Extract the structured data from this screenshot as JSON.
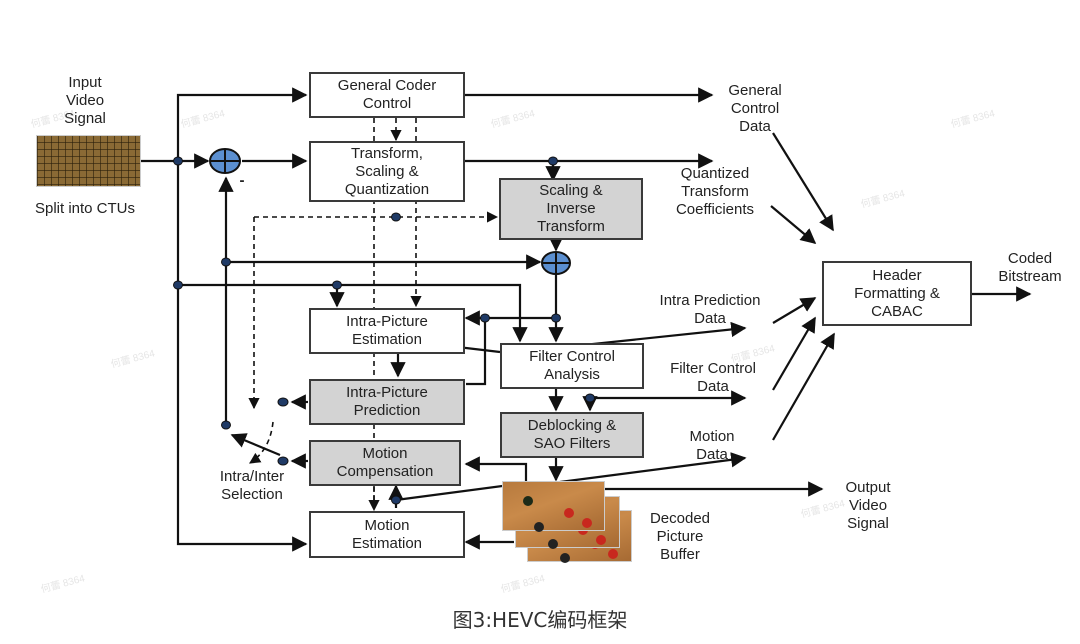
{
  "title": "HEVC encoder block diagram",
  "caption": "图3:HEVC编码框架",
  "watermark": "何蕾 8364",
  "colors": {
    "line": "#111111",
    "adder_fill": "#5b8fd0",
    "node_fill": "#1f3a66",
    "gray_box": "#d3d3d3"
  },
  "blocks": {
    "general_coder_control": "General Coder\nControl",
    "transform_scaling_quant": "Transform,\nScaling &\nQuantization",
    "scaling_inverse_transform": "Scaling &\nInverse\nTransform",
    "intra_picture_estimation": "Intra-Picture\nEstimation",
    "intra_picture_prediction": "Intra-Picture\nPrediction",
    "filter_control_analysis": "Filter Control\nAnalysis",
    "deblocking_sao": "Deblocking &\nSAO Filters",
    "motion_compensation": "Motion\nCompensation",
    "motion_estimation": "Motion\nEstimation",
    "header_formatting_cabac": "Header\nFormatting &\nCABAC"
  },
  "labels": {
    "input_video_signal": "Input\nVideo\nSignal",
    "split_into_ctus": "Split into CTUs",
    "general_control_data": "General\nControl\nData",
    "quantized_transform_coefficients": "Quantized\nTransform\nCoefficients",
    "intra_prediction_data": "Intra Prediction\nData",
    "filter_control_data": "Filter Control\nData",
    "motion_data": "Motion\nData",
    "coded_bitstream": "Coded\nBitstream",
    "output_video_signal": "Output\nVideo\nSignal",
    "decoded_picture_buffer": "Decoded\nPicture\nBuffer",
    "intra_inter_selection": "Intra/Inter\nSelection",
    "minus_sign": "-"
  }
}
